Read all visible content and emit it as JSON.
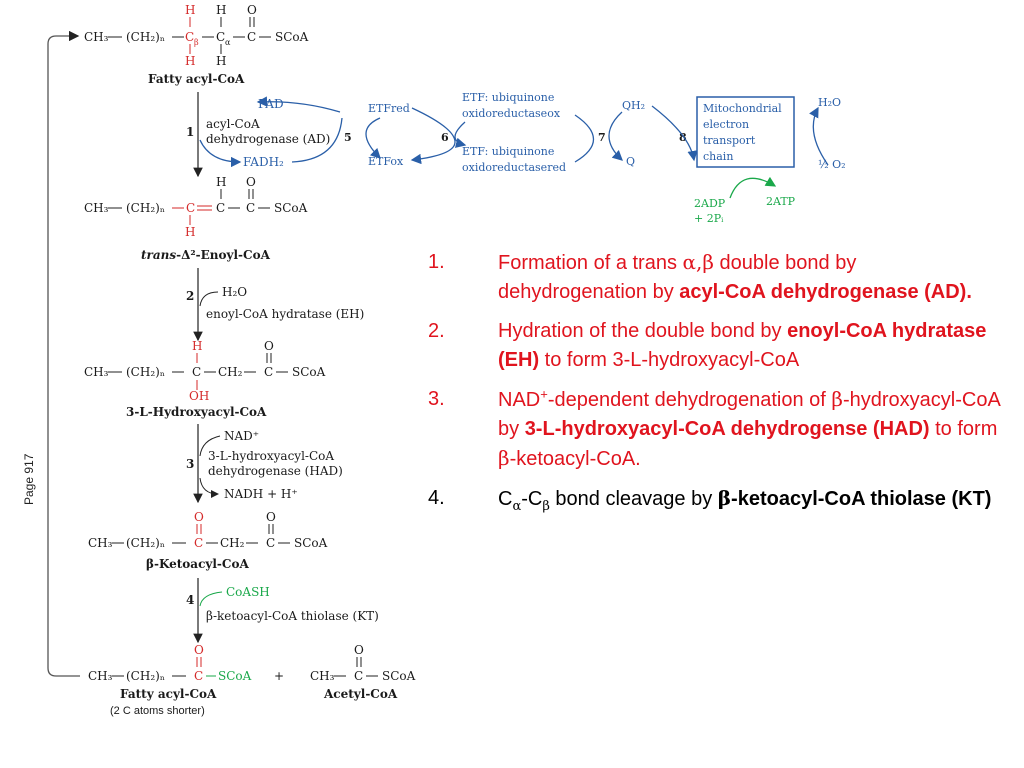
{
  "page_label": "Page 917",
  "pathway": {
    "fatty_acyl_top": {
      "ch3": "CH₃",
      "ch2n": "(CH₂)ₙ",
      "cb": "C",
      "cb_sub": "β",
      "ca": "C",
      "ca_sub": "α",
      "c": "C",
      "o": "O",
      "h": "H",
      "scoa": "SCoA",
      "name": "Fatty acyl-CoA"
    },
    "step1": {
      "num": "1",
      "enzyme_line1": "acyl-CoA",
      "enzyme_line2": "dehydrogenase (AD)",
      "fad": "FAD",
      "fadh2": "FADH₂"
    },
    "enoyl": {
      "name_italic": "trans",
      "name_rest": "-Δ²-Enoyl-CoA"
    },
    "step2": {
      "num": "2",
      "h2o": "H₂O",
      "enzyme": "enoyl-CoA hydratase (EH)"
    },
    "hydroxyacyl": {
      "oh": "OH",
      "name": "3-L-Hydroxyacyl-CoA"
    },
    "step3": {
      "num": "3",
      "nad": "NAD⁺",
      "enzyme_line1": "3-L-hydroxyacyl-CoA",
      "enzyme_line2": "dehydrogenase (HAD)",
      "nadh": "NADH  +  H⁺"
    },
    "ketoacyl": {
      "name": "β-Ketoacyl-CoA"
    },
    "step4": {
      "num": "4",
      "coash": "CoASH",
      "enzyme": "β-ketoacyl-CoA thiolase (KT)"
    },
    "products": {
      "plus": "+",
      "product1": "Fatty acyl-CoA",
      "product1_note": "(2 C atoms shorter)",
      "product2": "Acetyl-CoA"
    },
    "etf": {
      "step5": "5",
      "step6": "6",
      "step7": "7",
      "step8": "8",
      "etf_red": "ETFred",
      "etf_ox": "ETFox",
      "etf_uq_line1": "ETF: ubiquinone",
      "etf_uq_ox": "oxidoreductaseox",
      "etf_uq_red": "oxidoreductasered",
      "qh2": "QH₂",
      "q": "Q",
      "mito_line1": "Mitochondrial",
      "mito_line2": "electron",
      "mito_line3": "transport",
      "mito_line4": "chain",
      "h2o": "H₂O",
      "half_o2": "½ O₂",
      "adp_line1": "2ADP",
      "adp_line2": "+ 2Pᵢ",
      "atp": "2ATP"
    }
  },
  "steps": [
    {
      "num": "1.",
      "pre": "Formation of a trans ",
      "greek": "α,β",
      "post": "  double bond by dehydrogenation by ",
      "bold": "acyl-CoA dehydrogenase (AD)."
    },
    {
      "num": "2.",
      "pre": "Hydration of the double bond by ",
      "bold": "enoyl-CoA hydratase (EH)",
      "post": " to form 3-L-hydroxyacyl-CoA"
    },
    {
      "num": "3.",
      "pre": "NAD",
      "sup": "+",
      "mid": "-dependent dehydrogenation of ",
      "greek": "β",
      "mid2": "-hydroxyacyl-CoA by ",
      "bold": "3-L-hydroxyacyl-CoA dehydrogense (HAD)",
      "mid3": " to form ",
      "greek2": "β",
      "post": "-ketoacyl-CoA."
    },
    {
      "num": "4.",
      "c1": "C",
      "sub1": "α",
      "dash": "-C",
      "sub2": "β",
      "mid": " bond cleavage by ",
      "greek": "β",
      "bold": "-ketoacyl-CoA thiolase (KT)"
    }
  ]
}
